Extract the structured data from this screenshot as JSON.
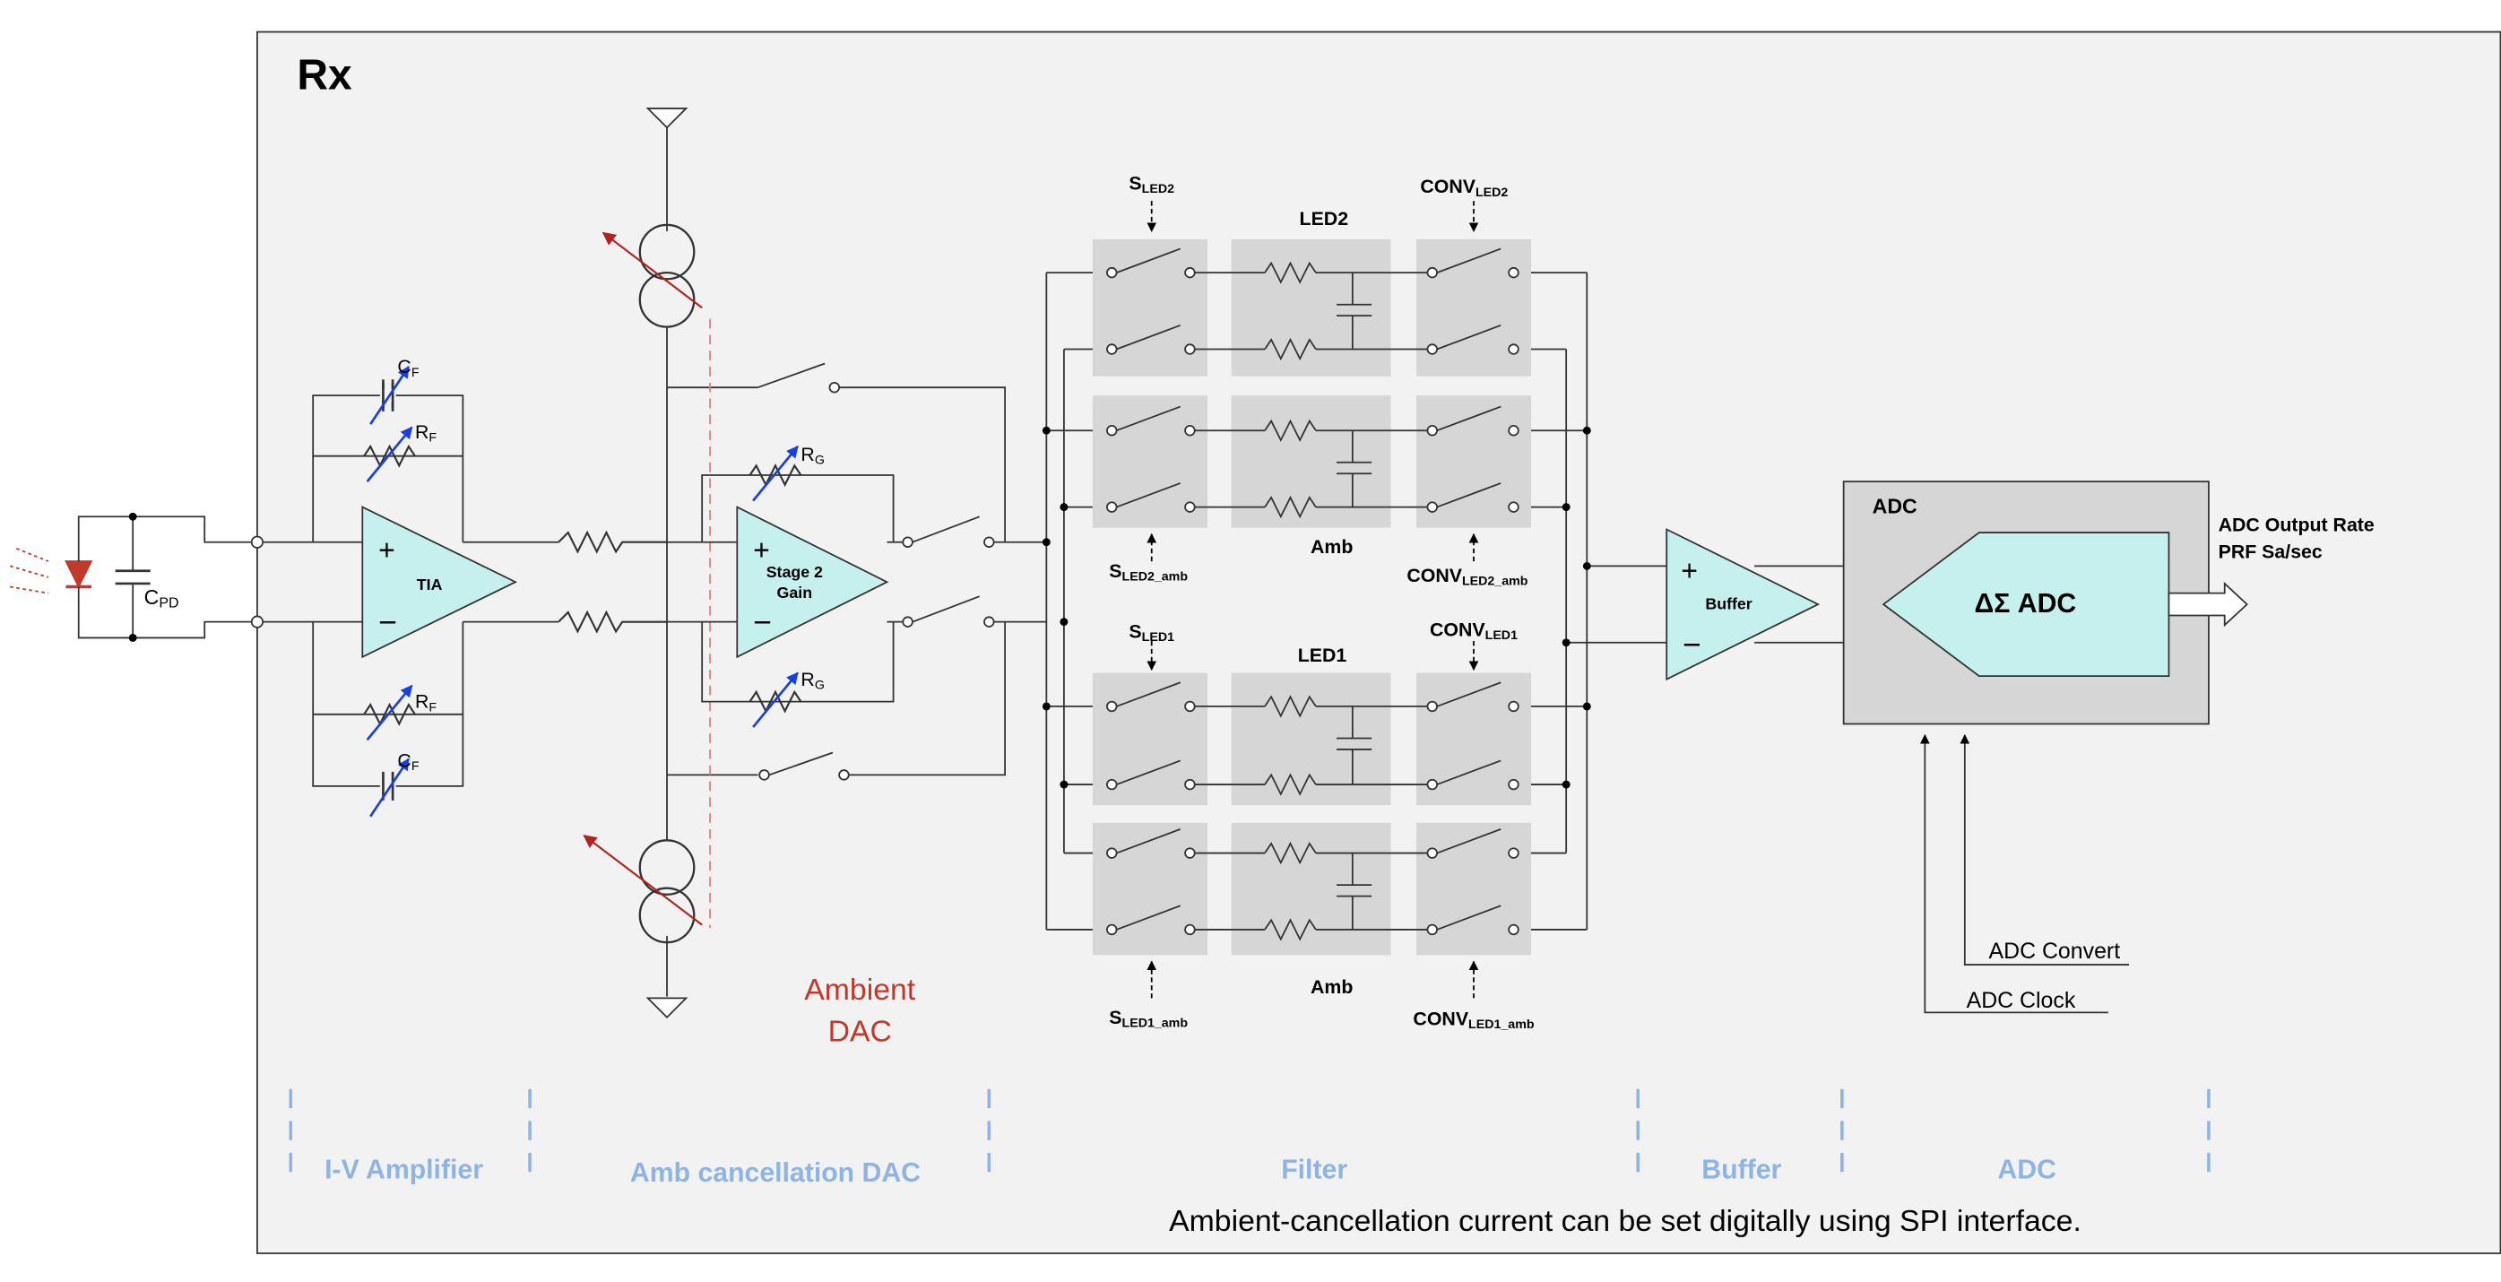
{
  "block": {
    "title": "Rx"
  },
  "components": {
    "cpd": "C",
    "cpd_sub": "PD",
    "cf": "C",
    "cf_sub": "F",
    "rf": "R",
    "rf_sub": "F",
    "rg": "R",
    "rg_sub": "G",
    "tia": "TIA",
    "stage2_line1": "Stage 2",
    "stage2_line2": "Gain",
    "buffer": "Buffer",
    "adc_box": "ADC",
    "delta_sigma": "ΔΣ ADC",
    "plus": "+",
    "minus": "−"
  },
  "filter": {
    "led2": "LED2",
    "led1": "LED1",
    "amb": "Amb",
    "s_led2": "S",
    "s_led2_sub": "LED2",
    "conv_led2": "CONV",
    "conv_led2_sub": "LED2",
    "s_led2_amb": "S",
    "s_led2_amb_sub": "LED2_amb",
    "conv_led2_amb": "CONV",
    "conv_led2_amb_sub": "LED2_amb",
    "s_led1": "S",
    "s_led1_sub": "LED1",
    "conv_led1": "CONV",
    "conv_led1_sub": "LED1",
    "s_led1_amb": "S",
    "s_led1_amb_sub": "LED1_amb",
    "conv_led1_amb": "CONV",
    "conv_led1_amb_sub": "LED1_amb"
  },
  "labels": {
    "ambient_dac_line1": "Ambient",
    "ambient_dac_line2": "DAC",
    "adc_output_line1": "ADC Output Rate",
    "adc_output_line2": "PRF Sa/sec",
    "adc_convert": "ADC Convert",
    "adc_clock": "ADC Clock"
  },
  "sections": {
    "iv_amplifier": "I-V Amplifier",
    "amb_dac": "Amb cancellation DAC",
    "filter": "Filter",
    "buffer": "Buffer",
    "adc": "ADC"
  },
  "caption": "Ambient-cancellation current can be set digitally using SPI interface.",
  "colors": {
    "amp_fill": "#c6f0ee",
    "section_label": "#8eb4e3",
    "ambient_dac": "#c0392b",
    "switch_box": "#d6d6d6",
    "block_bg": "#f2f2f2"
  }
}
